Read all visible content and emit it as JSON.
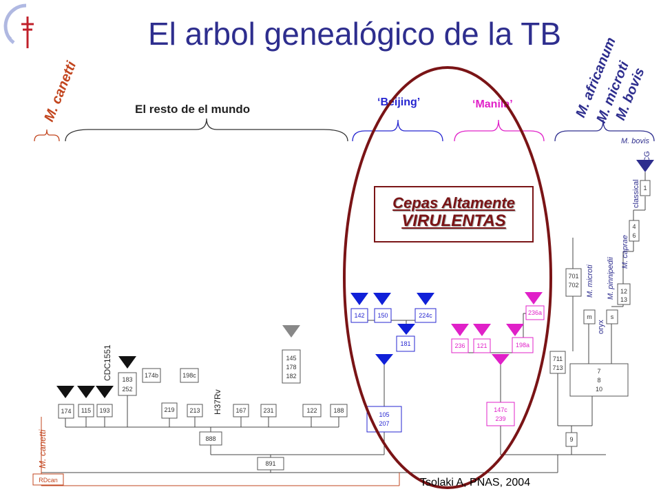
{
  "title": "El arbol genealógico de la TB",
  "citation": "Tsolaki A, PNAS, 2004",
  "badge": {
    "line1": "Cepas Altamente",
    "line2": "VIRULENTAS"
  },
  "top_labels": {
    "canetti": "M. canetti",
    "rest": "El resto de el mundo",
    "beijing": "‘Beijing’",
    "manila": "‘Manila’",
    "africanum": "M. africanum",
    "microti": "M. microti",
    "bovis": "M. bovis"
  },
  "side_labels": {
    "canetti_low": "M. canetti",
    "cdc1551": "CDC1551",
    "h37rv": "H37Rv",
    "bovis_small": "M. bovis",
    "bcg": "BCG",
    "classical": "classical",
    "caprae": "M. caprae",
    "pinnipedii": "M. pinnipedii",
    "microti_small": "M. microti",
    "oryx": "oryx",
    "rdcan": "RDcan"
  },
  "nodes": {
    "n174": "174",
    "n115": "115",
    "n193": "193",
    "n183": [
      "183",
      "252"
    ],
    "n174b": "174b",
    "n198c": "198c",
    "n219": "219",
    "n213": "213",
    "n167": "167",
    "n231": "231",
    "n145": [
      "145",
      "178",
      "182"
    ],
    "n122": "122",
    "n188": "188",
    "n888": "888",
    "n891": "891",
    "n142": "142",
    "n150": "150",
    "n224c": "224c",
    "n181": "181",
    "n105": [
      "105",
      "207"
    ],
    "n236a": "236a",
    "n236": "236",
    "n121": "121",
    "n198a": "198a",
    "n147c": [
      "147c",
      "239"
    ],
    "n701": [
      "701",
      "702"
    ],
    "n711": [
      "711",
      "713"
    ],
    "nm": "m",
    "ns": "s",
    "n12": [
      "12",
      "13"
    ],
    "n4": [
      "4",
      "6"
    ],
    "n1": "1",
    "n7": [
      "7",
      "8",
      "10"
    ],
    "n9": "9"
  },
  "colors": {
    "title": "#2e2e8e",
    "beijing": "#2525d0",
    "manila": "#e020c8",
    "canetti": "#c2451e",
    "ellipse": "#7a1416"
  }
}
